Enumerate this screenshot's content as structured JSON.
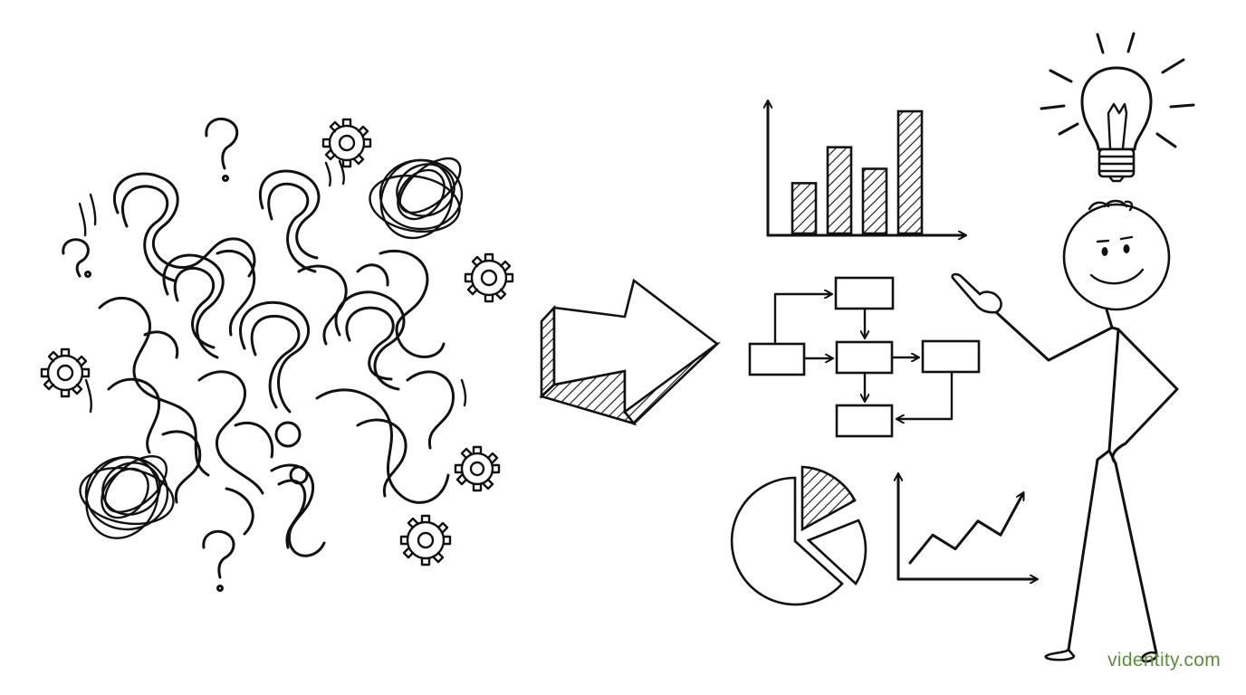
{
  "watermark": {
    "text": "videntity.com",
    "color": "#5b8f3a"
  },
  "colors": {
    "ink": "#111111",
    "background": "#ffffff"
  },
  "icons": [
    "tangled-question-marks-icon",
    "gear-icon",
    "question-mark-icon",
    "scribble-knot-icon",
    "arrow-right-icon",
    "bar-chart-icon",
    "flowchart-icon",
    "pie-chart-icon",
    "line-chart-icon",
    "lightbulb-icon",
    "stick-figure-icon"
  ],
  "bar_chart": {
    "values": [
      35,
      60,
      45,
      85
    ]
  },
  "line_chart": {
    "values": [
      1,
      3,
      2,
      4,
      3,
      6
    ]
  }
}
